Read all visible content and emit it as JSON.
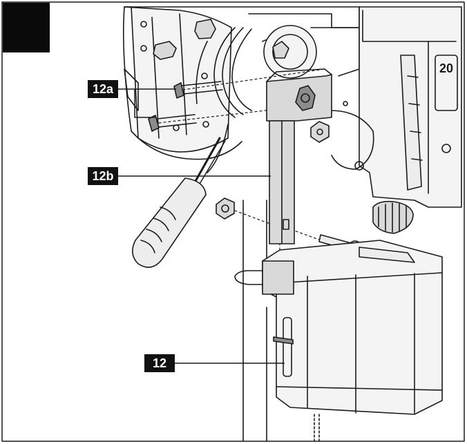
{
  "callouts": {
    "part_12a": "12a",
    "part_12b": "12b",
    "part_12": "12"
  },
  "display_readout": "20",
  "colors": {
    "line": "#1a1a1a",
    "light_fill": "#f4f4f4",
    "mid_fill": "#d9d9d9",
    "dark_fill": "#8c8c8c",
    "label_bg": "#111111",
    "label_text": "#ffffff"
  }
}
